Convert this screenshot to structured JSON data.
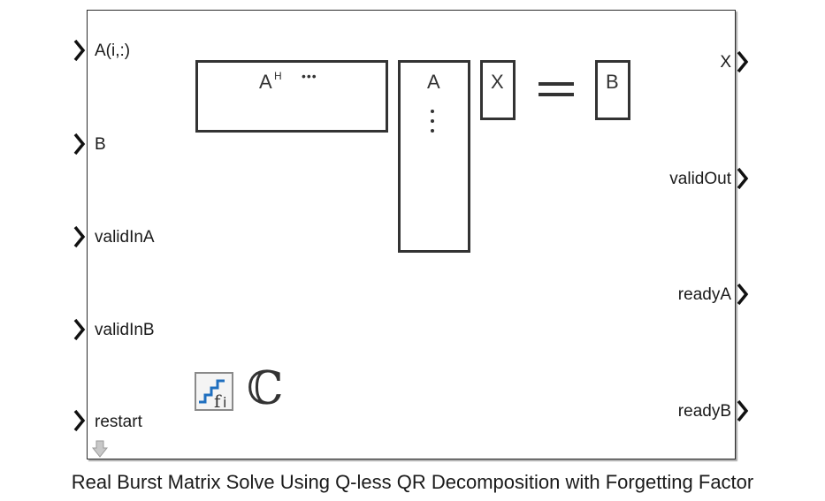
{
  "block": {
    "inputs": [
      "A(i,:)",
      "B",
      "validInA",
      "validInB",
      "restart"
    ],
    "outputs": [
      "X",
      "validOut",
      "readyA",
      "readyB"
    ],
    "icon": {
      "ah_label": "A",
      "ah_superscript": "H",
      "h_dots": "•••",
      "a_label": "A",
      "x_label": "X",
      "b_label": "B",
      "complex_symbol": "ℂ"
    },
    "badges": [
      "fixed-point-icon",
      "complex-icon",
      "down-arrow-icon"
    ]
  },
  "caption": "Real Burst Matrix Solve Using Q-less QR Decomposition with Forgetting Factor",
  "colors": {
    "stroke": "#333333",
    "fi_blue": "#1f6fbf"
  }
}
